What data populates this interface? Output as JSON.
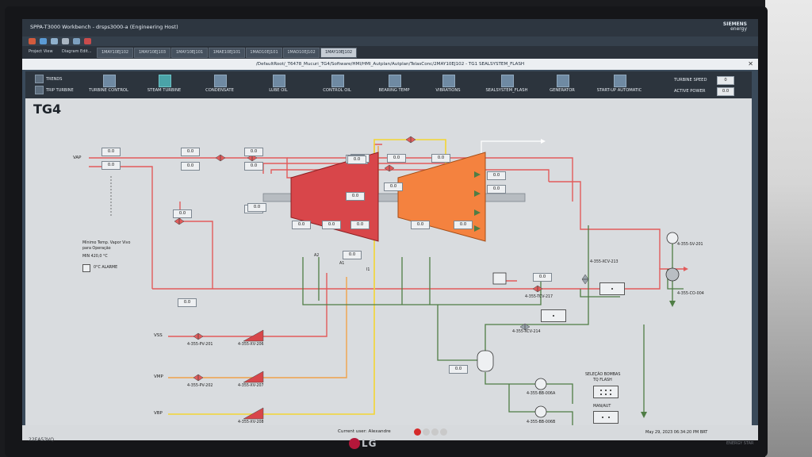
{
  "window": {
    "title": "SPPA-T3000 Workbench - drsps3000-a (Engineering Host)",
    "brand_line1": "SIEMENS",
    "brand_line2": "energy"
  },
  "tabs": {
    "project_view": "Project View",
    "diagram_edit": "Diagram Edit...",
    "items": [
      "1MAY10EJ102",
      "1MAY10EJ103",
      "1MAY10EJ101",
      "1MAE10EJ101",
      "1MAD10EJ101",
      "1MAD10EJ102",
      "1MAY10EJ102"
    ]
  },
  "path": "/DefaultRoot/_T6478_Mucuri_TG4/Software/HMI/HMI_Autplan/Autplan/TelasConc/2MAY10EJ102 - TG1 SEALSYSTEM_FLASH",
  "nav": {
    "trends": "TRENDS",
    "trip_turbine": "TRIP TURBINE",
    "buttons": [
      "TURBINE CONTROL",
      "STEAM TURBINE",
      "CONDENSATE",
      "LUBE OIL",
      "CONTROL OIL",
      "BEARING TEMP",
      "VIBRATIONS",
      "SEALSYSTEM_FLASH",
      "GENERATOR",
      "START-UP AUTOMATIC"
    ],
    "turbine_speed_label": "TURBINE SPEED",
    "turbine_speed_value": "0",
    "active_power_label": "ACTIVE POWER",
    "active_power_value": "0.0"
  },
  "diagram": {
    "title": "TG4",
    "value_default": "0.0",
    "lines": {
      "vap": "VAP",
      "vss": "VSS",
      "vmp": "VMP",
      "vbp": "VBP"
    },
    "minimo_text1": "Mínimo Temp. Vapor Vivo",
    "minimo_text2": "para Operação",
    "minimo_value": "MIN 420,0 °C",
    "alarme": "0°C ALARME",
    "turbine_labels": {
      "a2": "A2",
      "a1": "A1",
      "i1": "I1"
    },
    "tags": {
      "pv201": "4-355-PV-201",
      "xv206": "4-355-XV-206",
      "pv202": "4-355-PV-202",
      "xv207": "4-355-XV-207",
      "xv208": "4-355-XV-208",
      "tcv217": "4-355-TCV-217",
      "xcv213": "4-355-XCV-213",
      "xcv214": "4-355-XCV-214",
      "sv201": "4-355-SV-201",
      "co004": "4-355-CO-004",
      "bb006a": "4-355-BB-006A",
      "bb006b": "4-355-BB-006B"
    },
    "selecao1": "SELEÇÃO BOMBAS",
    "selecao2": "TQ FLASH",
    "manaut": "MAN/AUT"
  },
  "status": {
    "user_label": "Current user: Alexandre",
    "datetime": "May 29, 2023 06:34:20 PM BRT"
  },
  "monitor": {
    "logo": "LG",
    "model": "22EA53VQ",
    "energy": "ENERGY STAR"
  },
  "colors": {
    "red_line": "#e25b5b",
    "yellow_line": "#f3d533",
    "orange_line": "#f0a24a",
    "green_line": "#4f7d45",
    "hp_turbine": "#d8464a",
    "lp_turbine": "#f4823f"
  }
}
